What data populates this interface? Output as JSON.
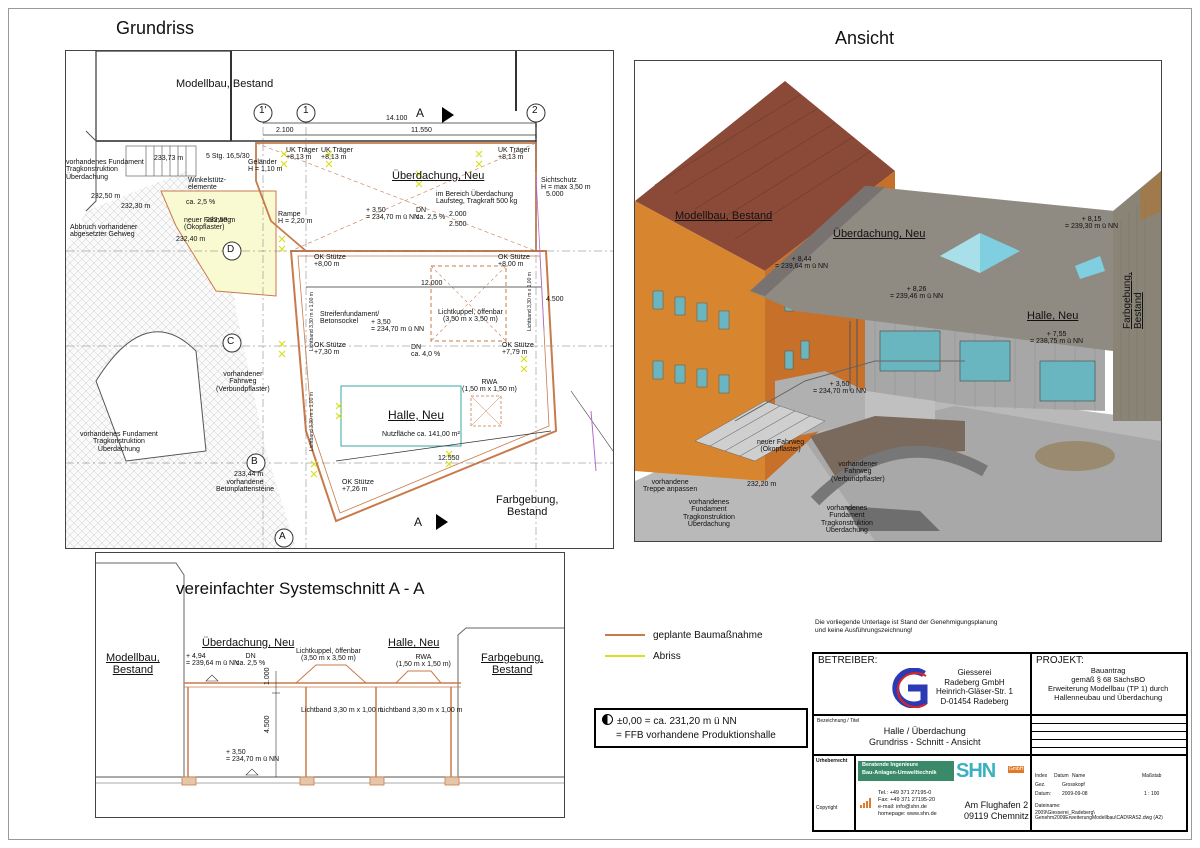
{
  "sheet": {
    "grundriss_title": "Grundriss",
    "ansicht_title": "Ansicht",
    "schnitt_title": "vereinfachter Systemschnitt A - A"
  },
  "plan": {
    "modellbau": "Modellbau, Bestand",
    "ueberdachung": "Überdachung, Neu",
    "halle": "Halle, Neu",
    "farbgebung": "Farbgebung,\nBestand",
    "axis_1a": "1'",
    "axis_1": "1",
    "axis_2": "2",
    "axis_a_top": "A",
    "axis_a_bottom": "A",
    "axis_a_left": "A",
    "axis_b": "B",
    "axis_c": "C",
    "axis_d": "D",
    "dim_total": "14.100",
    "dim_2100": "2.100",
    "dim_11550": "11.550",
    "dim_12000": "12.000",
    "dim_12550": "12.550",
    "dim_4500": "4.500",
    "dim_5000": "5.000",
    "dim_2000": "2.000",
    "dim_2500": "2.500",
    "lichtkuppel": "Lichtkuppel, öffenbar\n(3,50 m x 3,50 m)",
    "nutzflaeche": "Nutzfläche ca. 141,00 m²",
    "rwa": "RWA\n(1,50 m x 1,50 m)",
    "level_a": "+ 3,50\n= 234,70 m ü NN",
    "level_b": "+ 3,50\n= 234,70 m ü NN",
    "dn_a": "DN\nca. 2,5 %",
    "dn_b": "DN\nca. 4,0 %",
    "ok_stuetze_1": "OK Stütze\n+8,00 m",
    "ok_stuetze_2": "OK Stütze\n+8,00 m",
    "ok_stuetze_3": "OK Stütze\n+7,30 m",
    "ok_stuetze_4": "OK Stütze\n+7,79 m",
    "ok_stuetze_5": "OK Stütze\n+7,26 m",
    "uk_traeger_1": "UK Träger\n+8,13 m",
    "uk_traeger_2": "UK Träger\n+8,13 m",
    "uk_traeger_3": "UK Träger\n+8,13 m",
    "sichtschutz": "Sichtschutz\nH = max 3,50 m",
    "gelaender": "Geländer\nH = 1,10 m",
    "rampe": "Rampe\nH = 2,20 m",
    "winkelstuetz": "Winkelstütz-\nelemente",
    "fahrweg": "neuer Fahrweg\n(Ökopflaster)",
    "abbruch": "Abbruch vorhandener\nabgesetzter Gehweg",
    "vorh_fundament_1": "vorhandenes Fundament\nTragkonstruktion\nÜberdachung",
    "vorh_fundament_2": "vorhandenes Fundament\nTragkonstruktion\nÜberdachung",
    "vorh_fahrweg": "vorhandener\nFahrweg\n(Verbundpflaster)",
    "betonplatten": "vorhandene\nBetonplattensteine",
    "streifenfundament": "Streifenfundament/\nBetonsockel",
    "lichtband_1": "Lichtband 3,30 m x 1,00 m",
    "lichtband_2": "Lichtband 3,30 m x 1,00 m",
    "lichtband_3": "Lichtband 3,30 m x 1,00 m",
    "ueberdachung_note": "im Bereich Überdachung\nLaufsteg, Tragkraft 500 kg",
    "slope": "ca. 2,5 %",
    "h_233": "233,73 m",
    "h_232_a": "232,50 m",
    "h_232_b": "232,30 m",
    "h_232_c": "232,40 m",
    "h_232_d": "232,50 m",
    "h_233_b": "233,44 m",
    "h_stg": "5 Stg. 16,5/30"
  },
  "ansicht": {
    "modellbau": "Modellbau, Bestand",
    "ueberdachung": "Überdachung, Neu",
    "halle": "Halle, Neu",
    "farbgebung": "Farbgebung,\nBestand",
    "level_1": "+ 8,15\n= 239,30 m ü NN",
    "level_2": "+ 8,44\n= 239,64 m ü NN",
    "level_3": "+ 8,26\n= 239,46 m ü NN",
    "level_4": "+ 7,55\n= 238,75 m ü NN",
    "level_5": "+ 3,50\n= 234,70 m ü NN",
    "fahrweg": "neuer Fahrweg\n(Ökopflaster)",
    "vorh_fahrweg": "vorhandener\nFahrweg\n(Verbundpflaster)",
    "treppe": "vorhandene\nTreppe anpassen",
    "h_232": "232,20 m",
    "fundament_1": "vorhandenes\nFundament\nTragkonstruktion\nÜberdachung",
    "fundament_2": "vorhandenes\nFundament\nTragkonstruktion\nÜberdachung"
  },
  "schnitt": {
    "modellbau": "Modellbau,\nBestand",
    "ueberdachung": "Überdachung, Neu",
    "halle": "Halle, Neu",
    "farbgebung": "Farbgebung,\nBestand",
    "level_top": "+ 4,94\n= 239,64 m ü NN",
    "level_bottom": "+ 3,50\n= 234,70 m ü NN",
    "dn": "DN\nca. 2,5 %",
    "lichtkuppel": "Lichtkuppel, öffenbar\n(3,50 m x 3,50 m)",
    "rwa": "RWA\n(1,50 m x 1,50 m)",
    "lichtband_1": "Lichtband 3,30 m x 1,00 m",
    "lichtband_2": "Lichtband 3,30 m x 1,00 m",
    "dim_1000": "1.000",
    "dim_4500": "4.500"
  },
  "legend": {
    "geplant": "geplante Baumaßnahme",
    "abriss": "Abriss",
    "zero_line1": "±0,00 = ca. 231,20 m ü NN",
    "zero_line2": "= FFB vorhandene Produktionshalle",
    "colors": {
      "geplant": "#c87a4a",
      "abriss": "#d8e020"
    }
  },
  "titleblock": {
    "notice": "Die vorliegende Unterlage ist Stand der Genehmigungsplanung\nund keine Ausführungszeichnung!",
    "betreiber_label": "BETREIBER:",
    "company": "Giesserei\nRadeberg GmbH\nHeinrich-Gläser-Str. 1\nD-01454 Radeberg",
    "projekt_label": "PROJEKT:",
    "projekt": "Bauantrag\ngemäß § 68 SächsBO\nErweiterung Modellbau (TP 1) durch\nHallenneubau und Überdachung",
    "bezeichnung_label": "Bezeichnung / Titel",
    "bezeichnung": "Halle / Überdachung\nGrundriss - Schnitt - Ansicht",
    "firm_line1": "Beratende Ingenieure",
    "firm_line2": "Bau-Anlagen-Umwelttechnik",
    "firm_logo": "SHN",
    "firm_gmbh": "GmbH",
    "firm_contact": "Tel.: +49 371 27195-0\nFax: +49 371 27195-20\ne-mail: info@shn.de\nhomepage: www.shn.de",
    "firm_address": "Am Flughafen 2\n09119 Chemnitz",
    "index_headers": [
      "Index",
      "Datum",
      "Name"
    ],
    "gez_row": [
      "Gez.",
      "Grosskopf"
    ],
    "datum_row": [
      "Datum:",
      "2009-09-08"
    ],
    "massstab_label": "Maßstab",
    "massstab": "1 : 100",
    "datei_label": "Dateiname:",
    "datei": "2009\\Giesserei_Radeberg\\\nGenehm2009ErweiterungModellbau\\CAD\\RAS2.dwg (A2)",
    "urheber": "Urheberrecht",
    "copyright": "Copyright"
  }
}
